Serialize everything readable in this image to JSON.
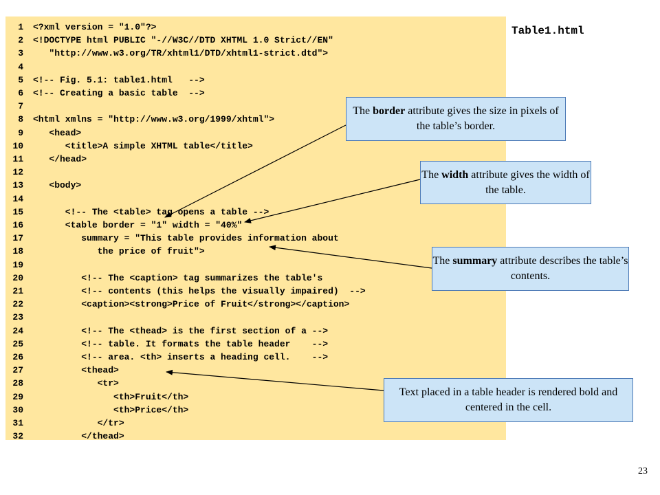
{
  "title": "Table1.html",
  "page_number": "23",
  "code_lines": [
    {
      "n": "1",
      "t": "<?xml version = \"1.0\"?>"
    },
    {
      "n": "2",
      "t": "<!DOCTYPE html PUBLIC \"-//W3C//DTD XHTML 1.0 Strict//EN\""
    },
    {
      "n": "3",
      "t": "   \"http://www.w3.org/TR/xhtml1/DTD/xhtml1-strict.dtd\">"
    },
    {
      "n": "4",
      "t": ""
    },
    {
      "n": "5",
      "t": "<!-- Fig. 5.1: table1.html   -->"
    },
    {
      "n": "6",
      "t": "<!-- Creating a basic table  -->"
    },
    {
      "n": "7",
      "t": ""
    },
    {
      "n": "8",
      "t": "<html xmlns = \"http://www.w3.org/1999/xhtml\">"
    },
    {
      "n": "9",
      "t": "   <head>"
    },
    {
      "n": "10",
      "t": "      <title>A simple XHTML table</title>"
    },
    {
      "n": "11",
      "t": "   </head>"
    },
    {
      "n": "12",
      "t": ""
    },
    {
      "n": "13",
      "t": "   <body>"
    },
    {
      "n": "14",
      "t": ""
    },
    {
      "n": "15",
      "t": "      <!-- The <table> tag opens a table -->"
    },
    {
      "n": "16",
      "t": "      <table border = \"1\" width = \"40%\""
    },
    {
      "n": "17",
      "t": "         summary = \"This table provides information about"
    },
    {
      "n": "18",
      "t": "            the price of fruit\">"
    },
    {
      "n": "19",
      "t": ""
    },
    {
      "n": "20",
      "t": "         <!-- The <caption> tag summarizes the table's"
    },
    {
      "n": "21",
      "t": "         <!-- contents (this helps the visually impaired)  -->"
    },
    {
      "n": "22",
      "t": "         <caption><strong>Price of Fruit</strong></caption>"
    },
    {
      "n": "23",
      "t": ""
    },
    {
      "n": "24",
      "t": "         <!-- The <thead> is the first section of a -->"
    },
    {
      "n": "25",
      "t": "         <!-- table. It formats the table header    -->"
    },
    {
      "n": "26",
      "t": "         <!-- area. <th> inserts a heading cell.    -->"
    },
    {
      "n": "27",
      "t": "         <thead>"
    },
    {
      "n": "28",
      "t": "            <tr>"
    },
    {
      "n": "29",
      "t": "               <th>Fruit</th>"
    },
    {
      "n": "30",
      "t": "               <th>Price</th>"
    },
    {
      "n": "31",
      "t": "            </tr>"
    },
    {
      "n": "32",
      "t": "         </thead>"
    }
  ],
  "callouts": {
    "border": {
      "pre": "The ",
      "bold": "border",
      "post": " attribute gives the size in pixels of the table’s border."
    },
    "width": {
      "pre": "The ",
      "bold": "width",
      "post": " attribute gives the width of the table."
    },
    "summary": {
      "pre": "The ",
      "bold": "summary",
      "post": " attribute describes the table’s contents."
    },
    "header": {
      "text": "Text  placed in a table header is rendered bold and centered in the cell."
    }
  },
  "colors": {
    "code_bg": "#ffe79f",
    "callout_bg": "#cce4f7",
    "callout_border": "#4a78b5"
  }
}
